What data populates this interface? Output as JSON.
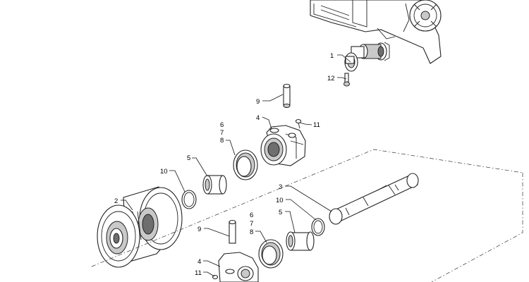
{
  "callouts": [
    {
      "id": "c1",
      "text": "1"
    },
    {
      "id": "c12",
      "text": "12"
    },
    {
      "id": "c9a",
      "text": "9"
    },
    {
      "id": "c4a",
      "text": "4"
    },
    {
      "id": "c11a",
      "text": "11"
    },
    {
      "id": "c6a",
      "text": "6"
    },
    {
      "id": "c7a",
      "text": "7"
    },
    {
      "id": "c8a",
      "text": "8"
    },
    {
      "id": "c5a",
      "text": "5"
    },
    {
      "id": "c10a",
      "text": "10"
    },
    {
      "id": "c2",
      "text": "2"
    },
    {
      "id": "c3",
      "text": "3"
    },
    {
      "id": "c10b",
      "text": "10"
    },
    {
      "id": "c5b",
      "text": "5"
    },
    {
      "id": "c6b",
      "text": "6"
    },
    {
      "id": "c7b",
      "text": "7"
    },
    {
      "id": "c8b",
      "text": "8"
    },
    {
      "id": "c9b",
      "text": "9"
    },
    {
      "id": "c4b",
      "text": "4"
    },
    {
      "id": "c11b",
      "text": "11"
    }
  ]
}
